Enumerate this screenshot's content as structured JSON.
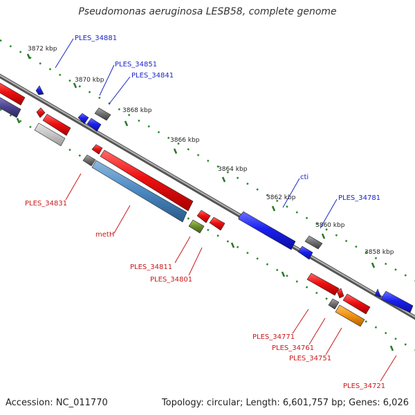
{
  "title": "Pseudomonas aeruginosa LESB58, complete genome",
  "footer": {
    "accession": "Accession: NC_011770",
    "summary": "Topology: circular; Length: 6,601,757 bp; Genes: 6,026"
  },
  "colors": {
    "backbone": "#8a8a8a",
    "tick": "#2a8a2a",
    "forward_gene": "#1a2cf0",
    "reverse_gene": "#e8141e",
    "pseudo": "#6e6e6e",
    "label_blue": "#1a24c8",
    "label_red": "#c81818"
  },
  "scale_labels": [
    "3872 kbp",
    "3870 kbp",
    "3868 kbp",
    "3866 kbp",
    "3864 kbp",
    "3862 kbp",
    "3860 kbp",
    "3858 kbp"
  ],
  "gene_labels_top": [
    "PLES_34881",
    "PLES_34851",
    "PLES_34841",
    "cti",
    "PLES_34781"
  ],
  "gene_labels_bottom": [
    "PLES_34831",
    "metH",
    "PLES_34811",
    "PLES_34801",
    "PLES_34771",
    "PLES_34761",
    "PLES_34751",
    "PLES_34721"
  ]
}
